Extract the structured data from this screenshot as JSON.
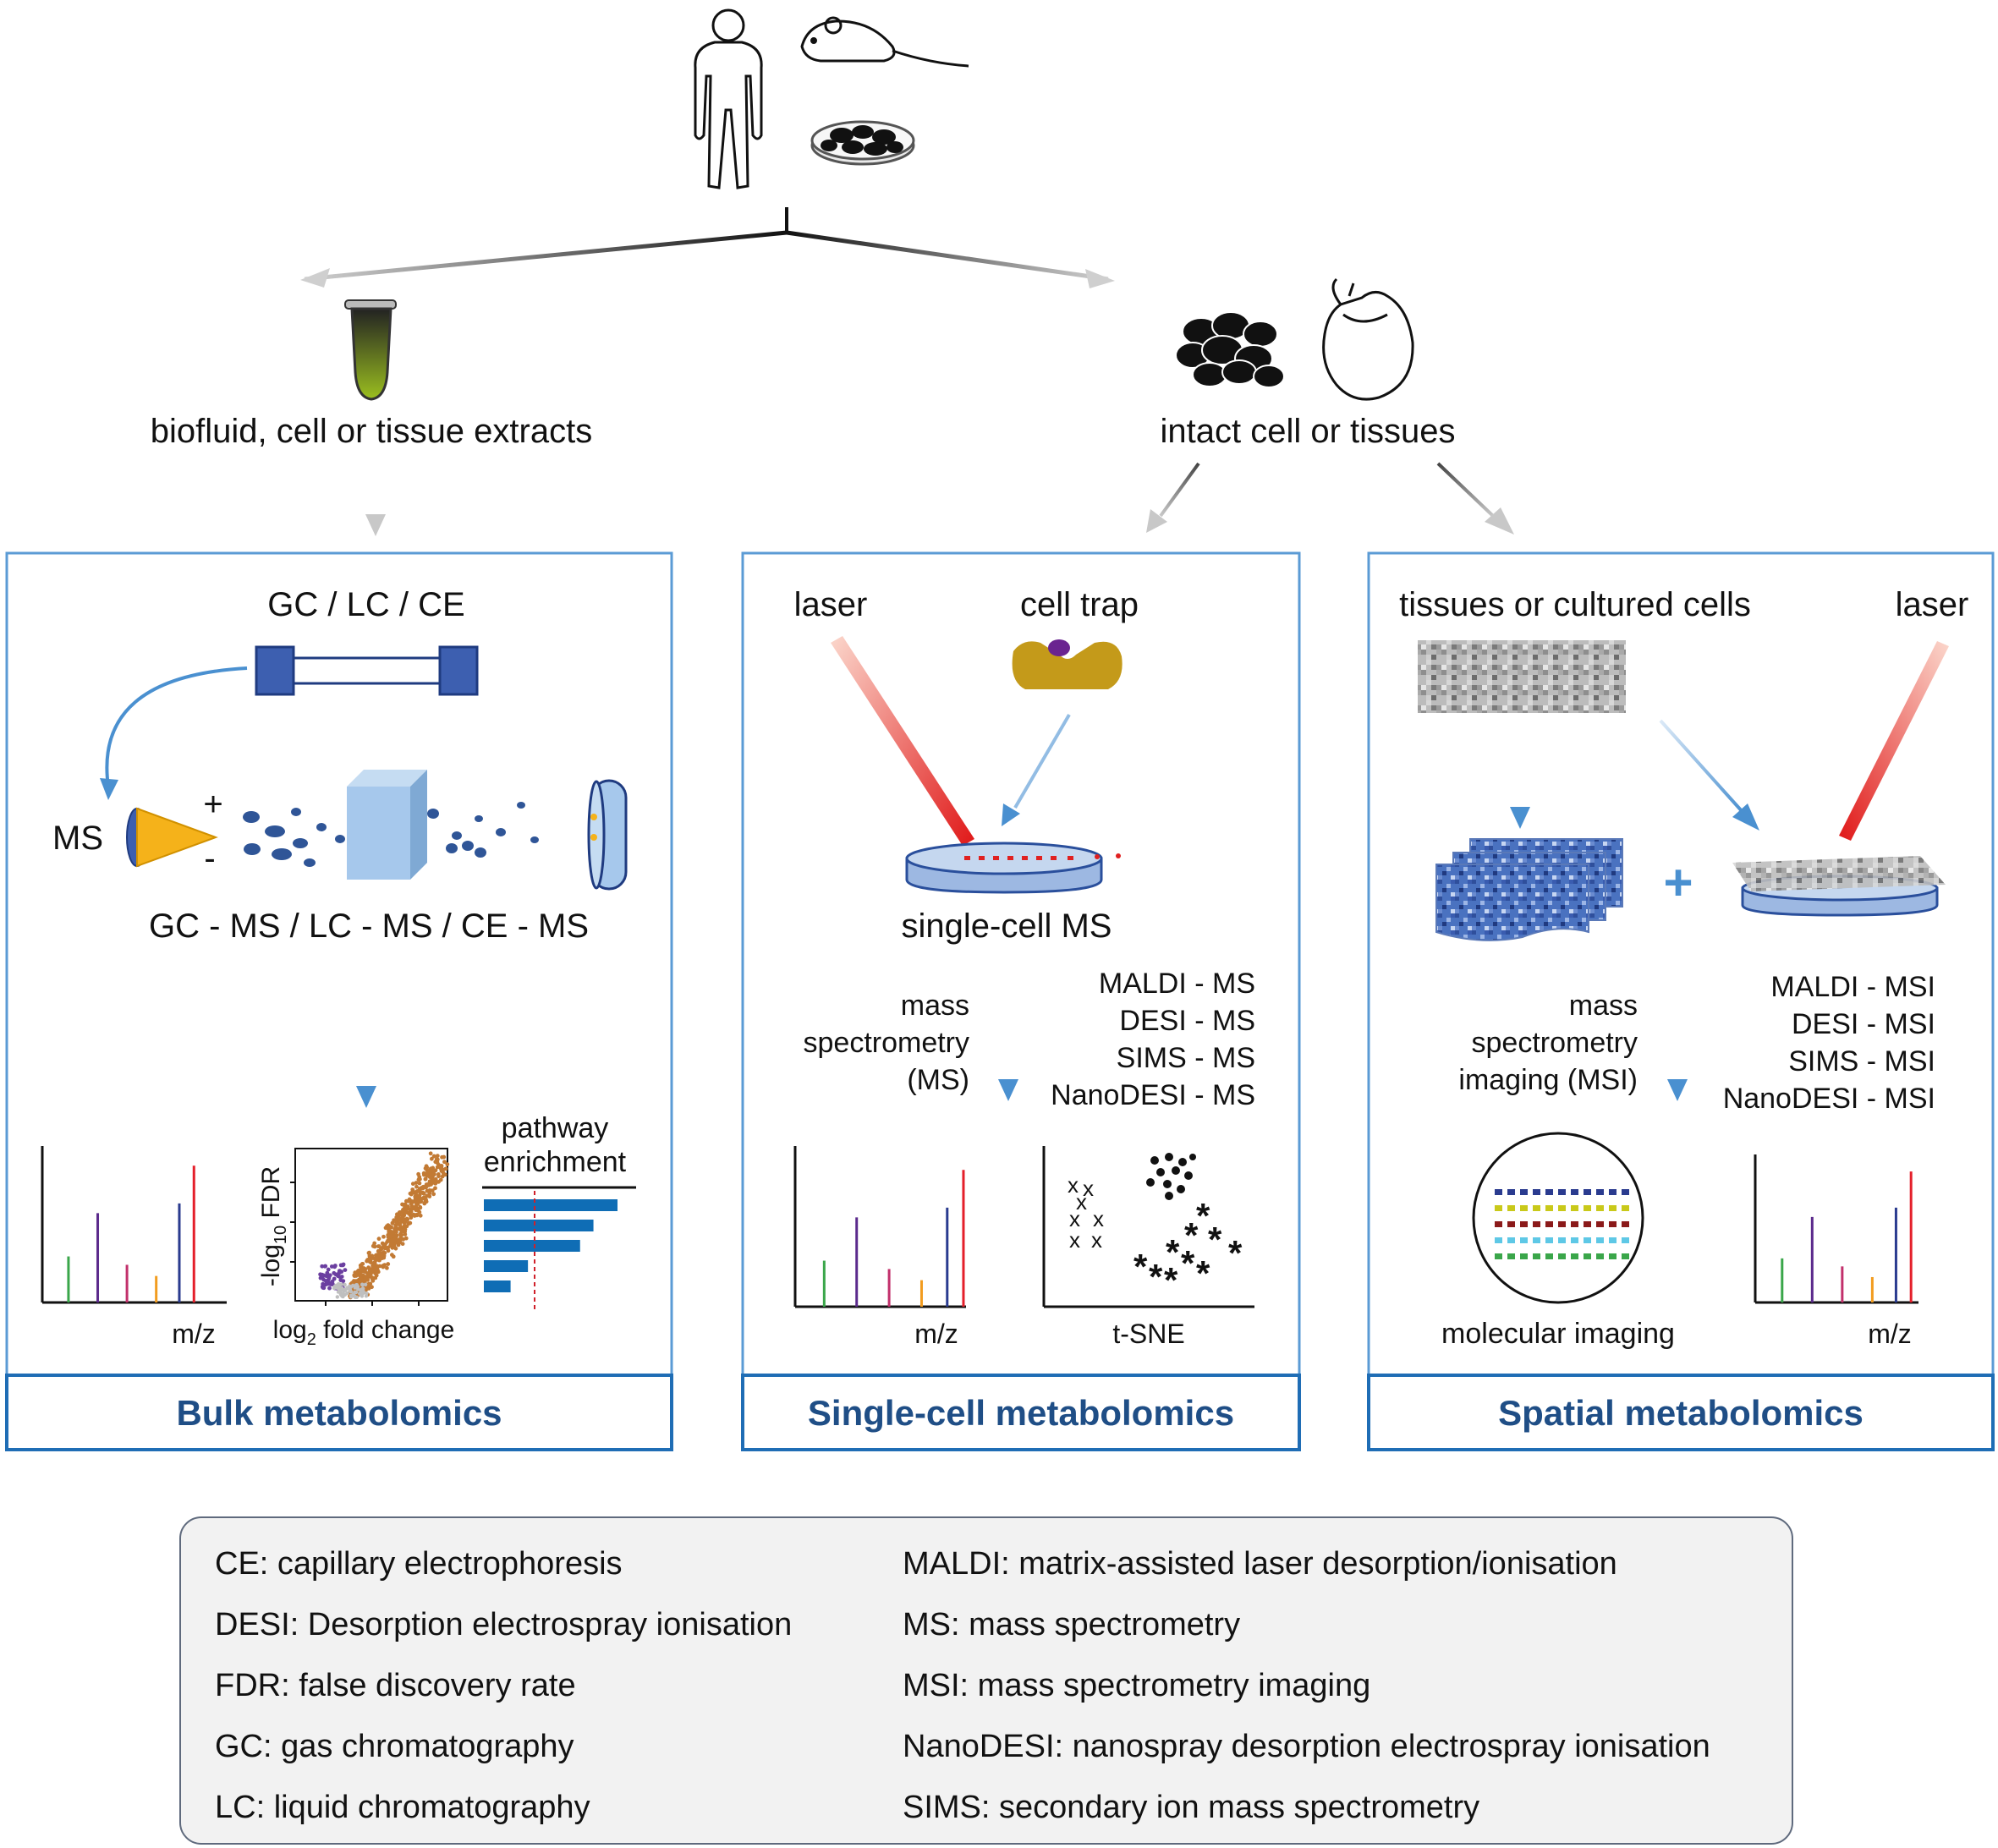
{
  "top": {
    "left_branch_label": "biofluid, cell or tissue extracts",
    "right_branch_label": "intact cell or tissues"
  },
  "bulk": {
    "title": "Bulk metabolomics",
    "separation_label": "GC / LC / CE",
    "ms_label": "MS",
    "plus_sign": "+",
    "minus_sign": "-",
    "hyphenated_label": "GC - MS / LC - MS / CE - MS",
    "spectrum_xlabel": "m/z",
    "volcano_ylabel_prefix": "-log",
    "volcano_ylabel_sub": "10",
    "volcano_ylabel_suffix": " FDR",
    "volcano_xlabel_prefix": "log",
    "volcano_xlabel_sub": "2",
    "volcano_xlabel_suffix": " fold change",
    "pathway_label_line1": "pathway",
    "pathway_label_line2": "enrichment",
    "pathway_bars": [
      1.0,
      0.82,
      0.72,
      0.33,
      0.2
    ]
  },
  "single_cell": {
    "title": "Single-cell metabolomics",
    "laser_label": "laser",
    "cell_trap_label": "cell trap",
    "platform_label": "single-cell MS",
    "method_line1": "mass",
    "method_line2": "spectrometry",
    "method_line3": "(MS)",
    "techniques": [
      "MALDI - MS",
      "DESI - MS",
      "SIMS - MS",
      "NanoDESI - MS"
    ],
    "spectrum_xlabel": "m/z",
    "tsne_xlabel": "t-SNE"
  },
  "spatial": {
    "title": "Spatial metabolomics",
    "tissue_label": "tissues or cultured cells",
    "laser_label": "laser",
    "method_line1": "mass",
    "method_line2": "spectrometry",
    "method_line3": "imaging (MSI)",
    "techniques": [
      "MALDI - MSI",
      "DESI - MSI",
      "SIMS - MSI",
      "NanoDESI - MSI"
    ],
    "imaging_label": "molecular imaging",
    "spectrum_xlabel": "m/z",
    "plus_sign": "+"
  },
  "spectrum": {
    "peaks": [
      {
        "pos": 0.17,
        "height": 0.33,
        "color": "#3aa64a"
      },
      {
        "pos": 0.36,
        "height": 0.64,
        "color": "#5b2a8c"
      },
      {
        "pos": 0.55,
        "height": 0.27,
        "color": "#c2306b"
      },
      {
        "pos": 0.74,
        "height": 0.19,
        "color": "#f29c1f"
      },
      {
        "pos": 0.89,
        "height": 0.71,
        "color": "#2a3b8f"
      },
      {
        "pos": 0.985,
        "height": 0.98,
        "color": "#e41f2a"
      }
    ]
  },
  "glossary": {
    "left": [
      "CE: capillary electrophoresis",
      "DESI: Desorption electrospray ionisation",
      "FDR: false discovery rate",
      "GC: gas chromatography",
      "LC: liquid chromatography"
    ],
    "right": [
      "MALDI: matrix-assisted laser desorption/ionisation",
      "MS: mass spectrometry",
      "MSI: mass spectrometry imaging",
      "NanoDESI: nanospray desorption electrospray ionisation",
      "SIMS: secondary ion mass spectrometry"
    ]
  },
  "colors": {
    "panel_border": "#5b9bd5",
    "title_color": "#1f4e86",
    "arrow_blue": "#4a90d0",
    "laser_red": "#e02020",
    "cell_trap": "#c49a1a",
    "dot_blue": "#2f5597",
    "bar_blue": "#0f6db5",
    "volcano_orange": "#c27a34",
    "volcano_purple": "#6b3fa0"
  }
}
